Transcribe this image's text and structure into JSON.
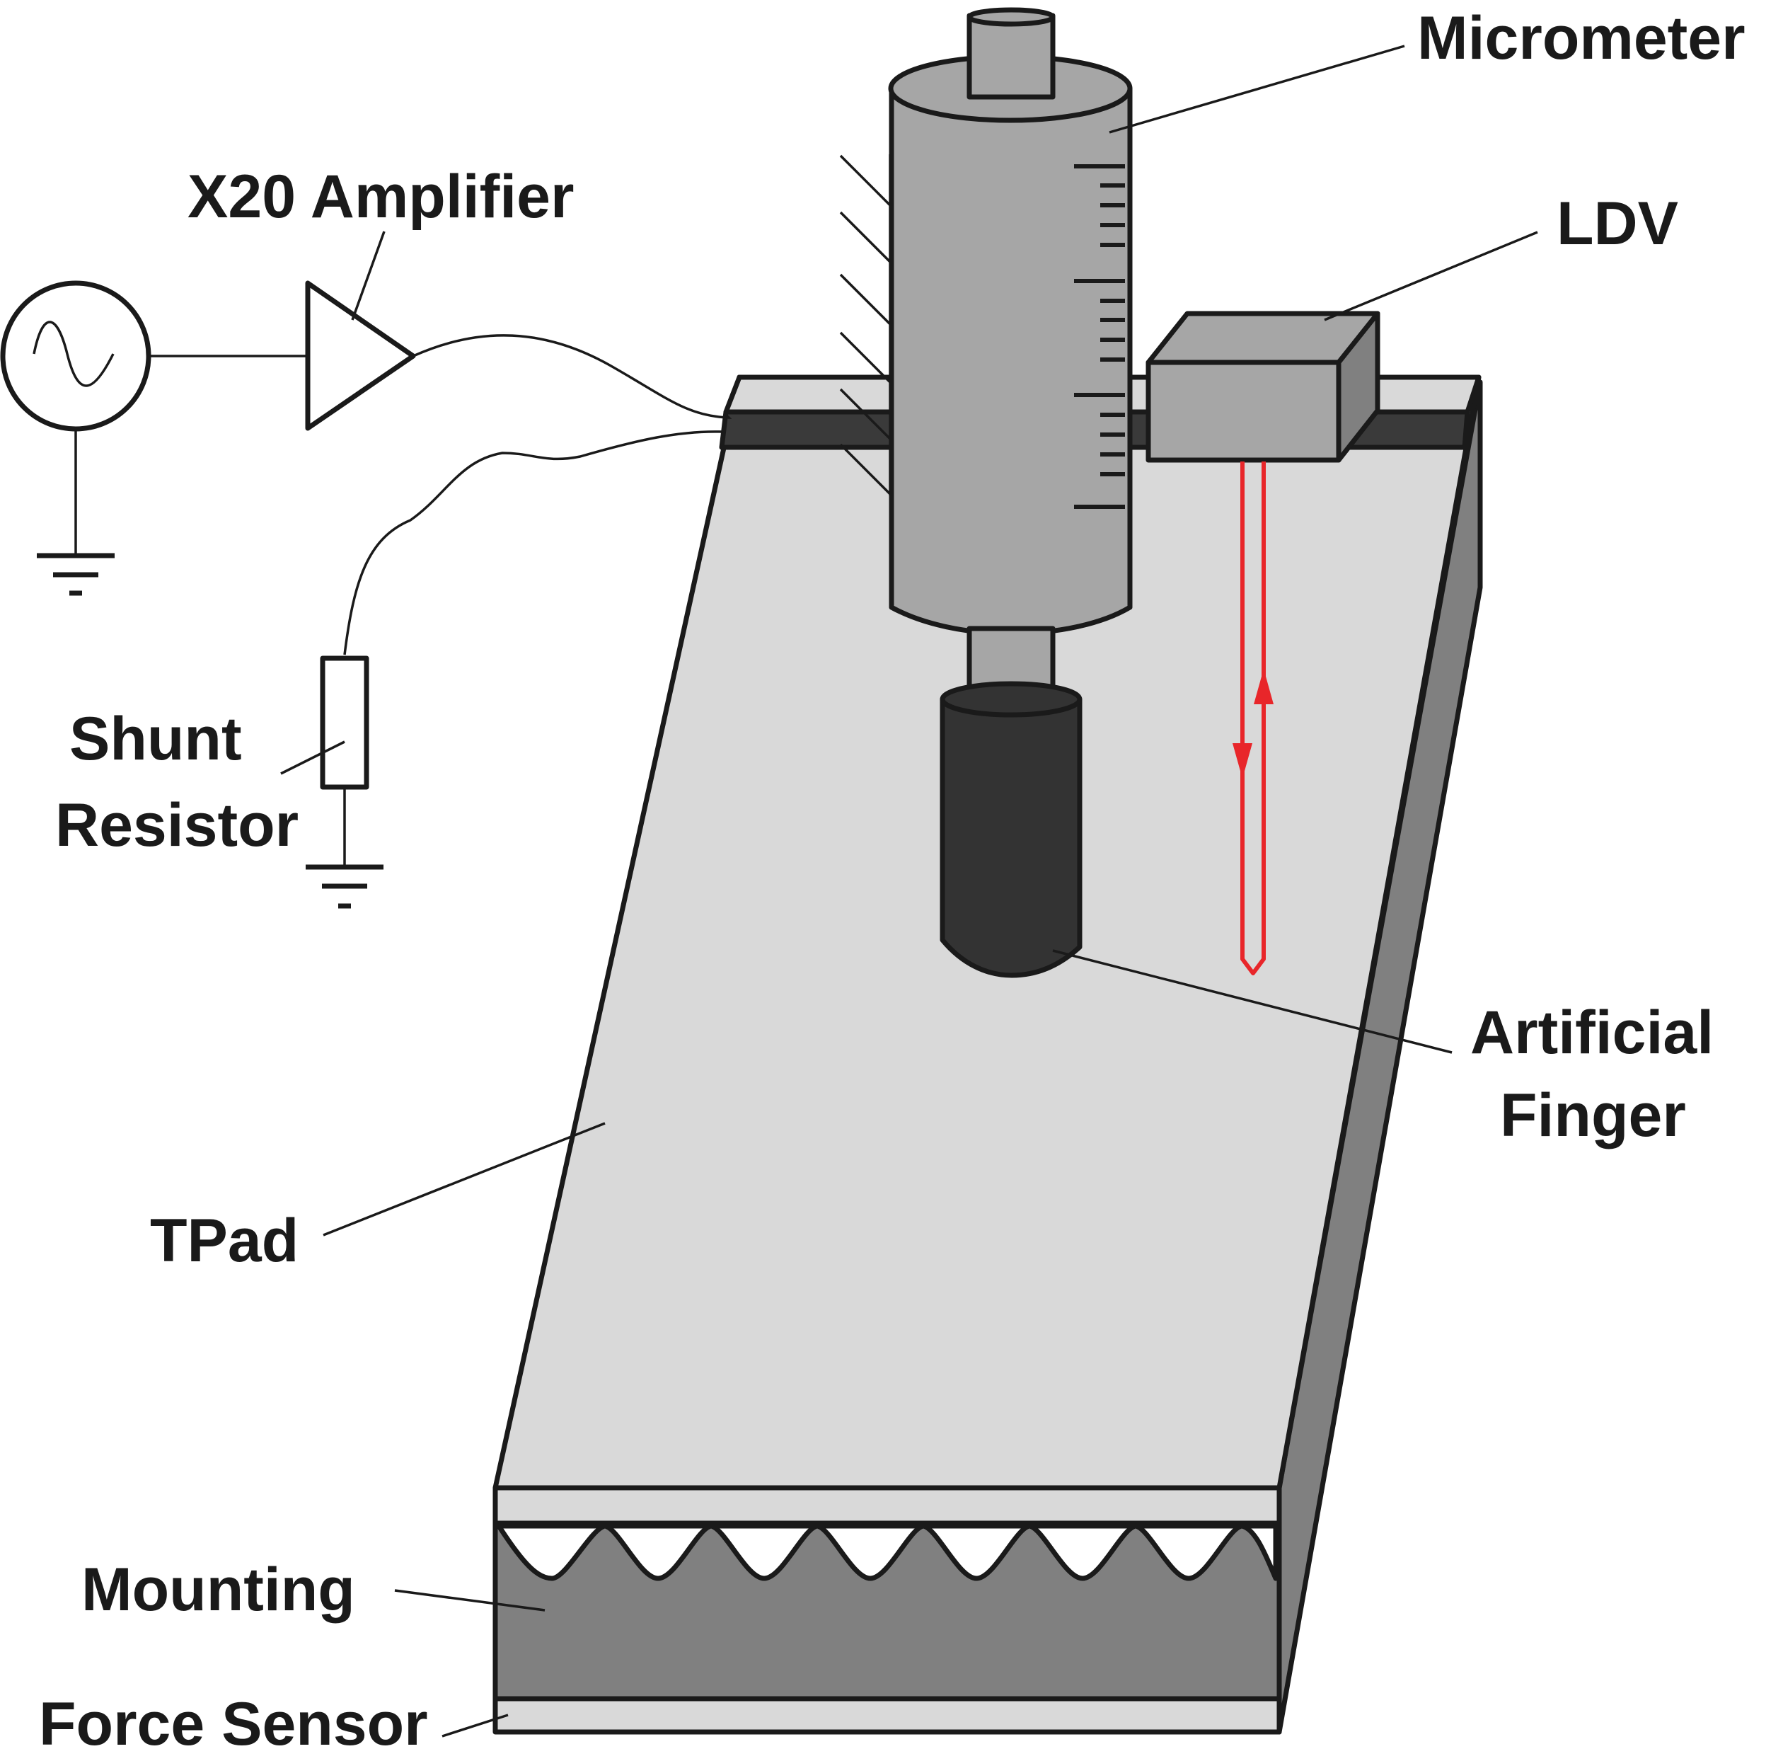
{
  "labels": {
    "micrometer": "Micrometer",
    "amplifier": "X20 Amplifier",
    "ldv": "LDV",
    "shunt_line1": "Shunt",
    "shunt_line2": "Resistor",
    "finger_line1": "Artificial",
    "finger_line2": "Finger",
    "tpad": "TPad",
    "mounting": "Mounting",
    "force_sensor": "Force Sensor"
  },
  "colors": {
    "tpad_surface": "#d9d9d9",
    "tpad_side": "#808080",
    "micrometer_body": "#a6a6a6",
    "finger": "#333333",
    "mounting": "#808080",
    "laser": "#e8262a",
    "outline": "#1a1a1a"
  },
  "icons": {
    "signal_source": "sine-source-icon",
    "amplifier": "amplifier-triangle-icon",
    "ground": "ground-icon",
    "resistor": "resistor-icon"
  }
}
